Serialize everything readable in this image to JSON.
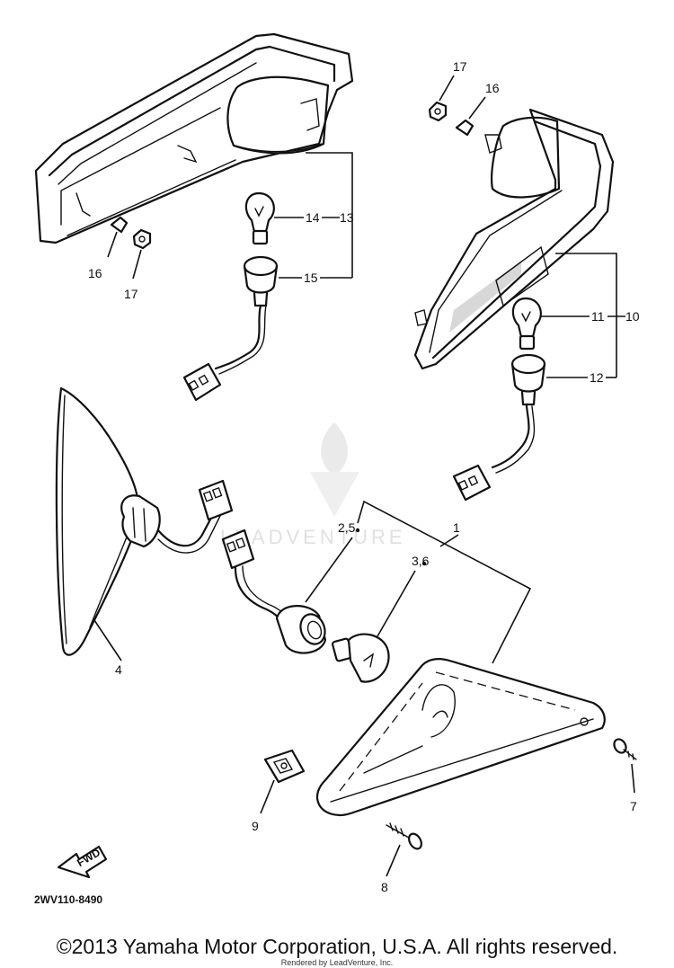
{
  "diagram": {
    "callouts": {
      "c1": "1",
      "c2_5": "2,5",
      "c3_6": "3,6",
      "c4": "4",
      "c7": "7",
      "c8": "8",
      "c9": "9",
      "c10": "10",
      "c11": "11",
      "c12": "12",
      "c13": "13",
      "c14": "14",
      "c15": "15",
      "c16_left": "16",
      "c17_left": "17",
      "c16_right": "16",
      "c17_right": "17"
    },
    "fwd_label": "FWD",
    "drawing_code": "2WV110-8490",
    "watermark": "LEADVENTURE"
  },
  "footer": {
    "copyright": "©2013 Yamaha Motor Corporation, U.S.A. All rights reserved.",
    "rendered_by": "Rendered by LeadVenture, Inc."
  }
}
